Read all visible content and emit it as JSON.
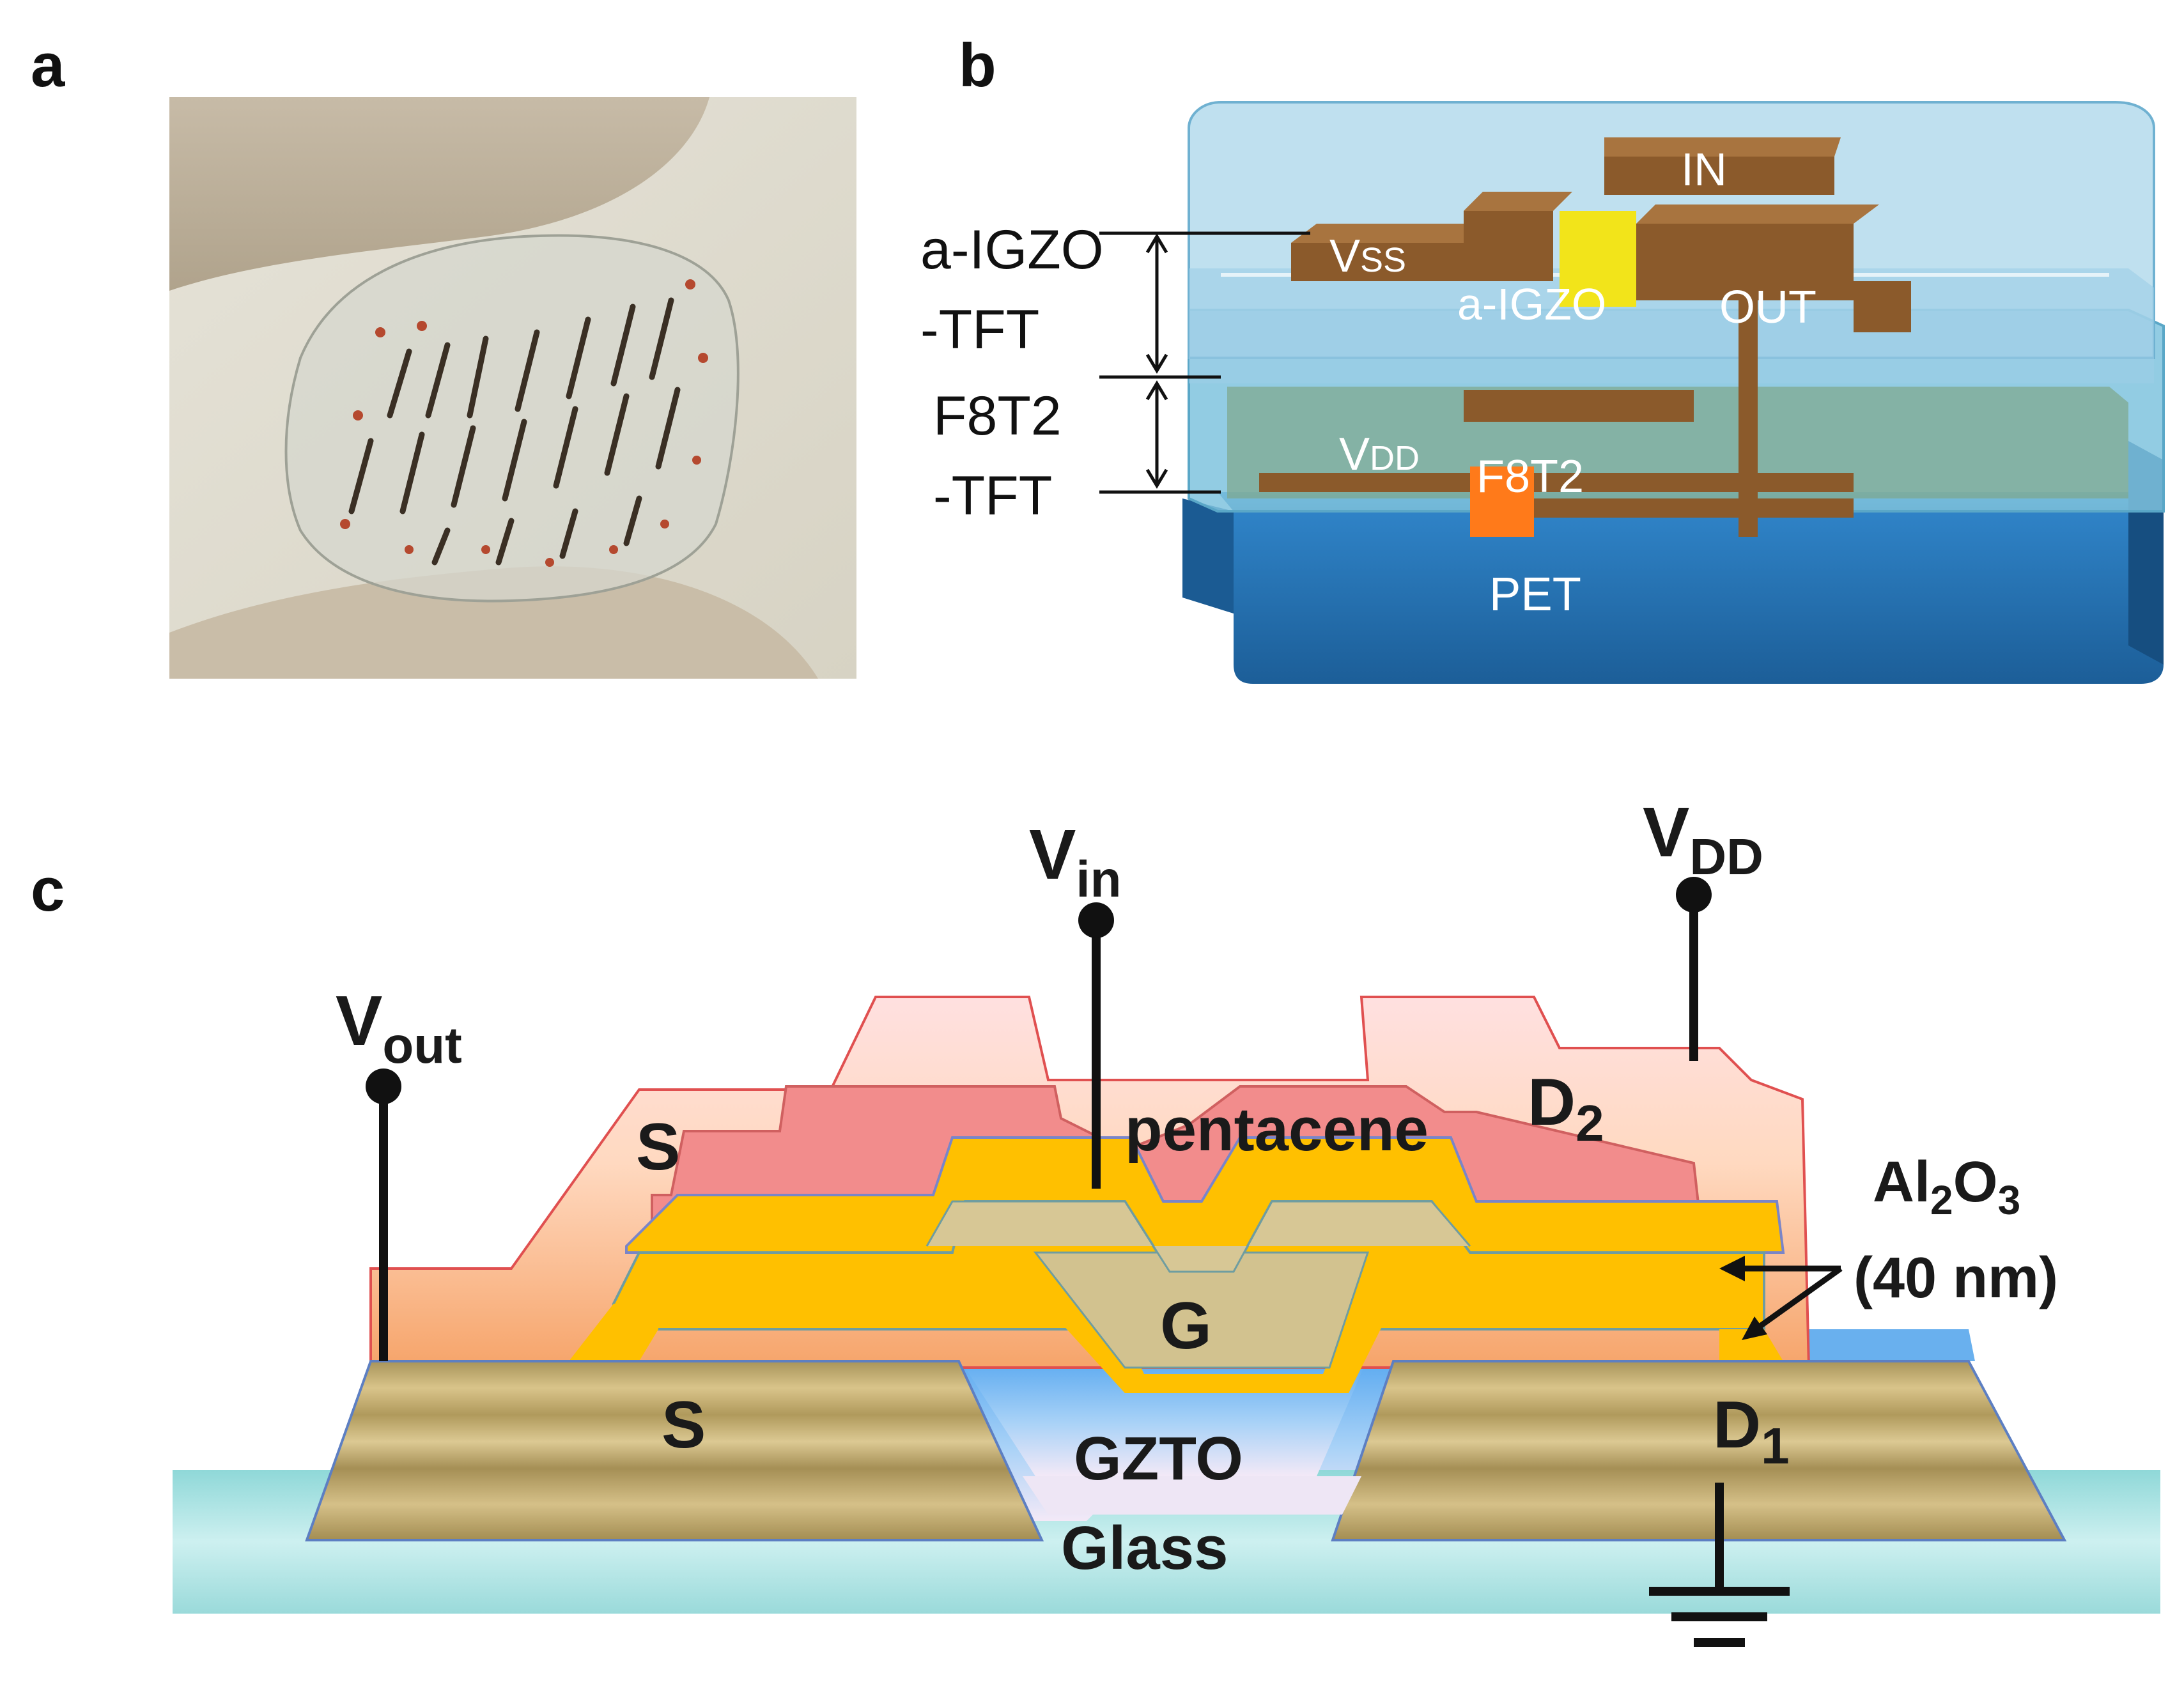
{
  "panels": {
    "a": "a",
    "b": "b",
    "c": "c"
  },
  "panel_b": {
    "side_labels": {
      "igzo_line1": "a-IGZO",
      "igzo_line2": "-TFT",
      "f8t2_line1": "F8T2",
      "f8t2_line2": "-TFT"
    },
    "layer_labels": {
      "in": "IN",
      "vss_main": "V",
      "vss_sub": "SS",
      "a_igzo": "a-IGZO",
      "out": "OUT",
      "vdd_main": "V",
      "vdd_sub": "DD",
      "f8t2": "F8T2",
      "pet": "PET"
    }
  },
  "panel_c": {
    "terminals": {
      "vin_main": "V",
      "vin_sub": "in",
      "vdd_main": "V",
      "vdd_sub": "DD",
      "vout_main": "V",
      "vout_sub": "out"
    },
    "regions": {
      "s_top": "S",
      "pentacene": "pentacene",
      "d2_main": "D",
      "d2_sub": "2",
      "g": "G",
      "s_bottom": "S",
      "gzto": "GZTO",
      "d1_main": "D",
      "d1_sub": "1",
      "glass": "Glass"
    },
    "oxide": {
      "al_main": "Al",
      "al_sub1": "2",
      "al_o": "O",
      "al_sub2": "3",
      "thickness": "(40 nm)"
    }
  },
  "colors": {
    "gold": "#b8a25e",
    "orange_layer": "#ffc000",
    "pentacene": "#f08080",
    "pet_blue": "#1f6fae",
    "glass_cyan": "#a9e3e3",
    "electrode_brown": "#8b5a2b"
  }
}
